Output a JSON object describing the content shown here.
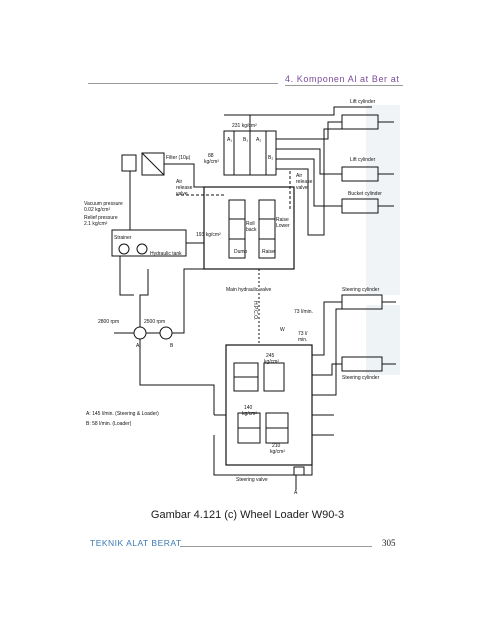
{
  "header": {
    "chapter": "4.  Komponen  Al at  Ber at"
  },
  "figure": {
    "labels": {
      "lift_cyl": "Lift cylinder",
      "lift_cyl2": "Lift cylinder",
      "bucket_cyl": "Bucket cylinder",
      "steer_cyl": "Steering cylinder",
      "steer_cyl2": "Steering cylinder",
      "filter": "Filter (10µ)",
      "air_relief_1": "Air",
      "air_relief_2": "release",
      "air_relief_3": "valve",
      "air_relief_b1": "Air",
      "air_relief_b2": "release",
      "air_relief_b3": "valve",
      "vacuum_1": "Vacuum pressure",
      "vacuum_2": "0.02 kg/cm²",
      "relief_1": "Relief pressure",
      "relief_2": "2.1 kg/cm²",
      "strainer": "Strainer",
      "hyd_tank": "Hydraulic tank",
      "p231": "231 kg/cm²",
      "p88_1": "88",
      "p88_2": "kg/cm²",
      "p193": "193 kg/cm²",
      "roll_1": "Roll",
      "roll_2": "back",
      "raise_1": "Raise",
      "raise_2": "Lower",
      "dump": "Dump",
      "hold": "Raise",
      "main_valve": "Main hydraulic valve",
      "hpco": "H.P.C.O.",
      "rpm2800": "2800 rpm",
      "rpm2500": "2500 rpm",
      "p1": "A",
      "p2": "B",
      "flow73_1": "73 l/min.",
      "flow73_2": "73 l/",
      "flow73_3": "min.",
      "p245_1": "245",
      "p245_2": "kg/cm²",
      "p140_1": "140",
      "p140_2": "kg/cm²",
      "p210_1": "210",
      "p210_2": "kg/cm²",
      "steer_valve": "Steering valve",
      "legend_a": "A:   145 l/min. (Steering & Loader)",
      "legend_b": "B:    58 l/min. (Loader)",
      "port_a1": "A₁",
      "port_b1": "B₁",
      "port_a2": "A₂",
      "port_b2": "B₂",
      "pw": "W",
      "pa": "A"
    }
  },
  "caption": "Gambar 4.121 (c) Wheel Loader W90-3",
  "footer": {
    "left": "TEKNIK ALAT BERAT",
    "page": "305"
  }
}
